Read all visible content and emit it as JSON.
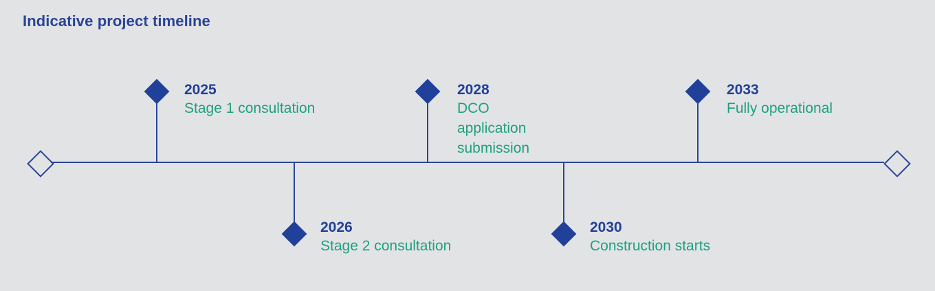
{
  "title": "Indicative project timeline",
  "colors": {
    "background": "#e2e3e5",
    "title": "#2a4496",
    "axis": "#2a4496",
    "diamond_fill": "#20409a",
    "year_text": "#21409a",
    "description_text": "#1ea081"
  },
  "axis": {
    "start_endpoint": "hollow-diamond",
    "end_endpoint": "hollow-diamond"
  },
  "milestones": [
    {
      "year": "2025",
      "description": "Stage 1 consultation",
      "side": "above",
      "wrap": false
    },
    {
      "year": "2026",
      "description": "Stage 2 consultation",
      "side": "below",
      "wrap": false
    },
    {
      "year": "2028",
      "description": "DCO application submission",
      "side": "above",
      "wrap": true
    },
    {
      "year": "2030",
      "description": "Construction starts",
      "side": "below",
      "wrap": false
    },
    {
      "year": "2033",
      "description": "Fully operational",
      "side": "above",
      "wrap": false
    }
  ]
}
